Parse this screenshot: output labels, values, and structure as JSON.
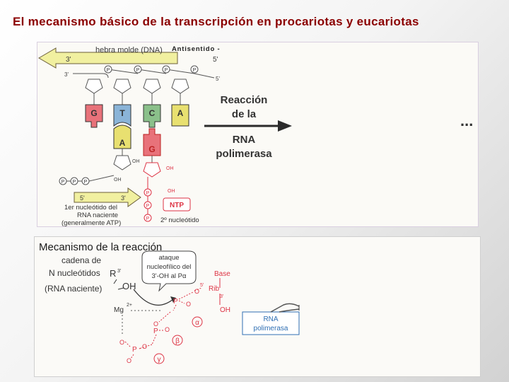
{
  "slide": {
    "title": "El mecanismo básico de la transcripción en procariotas y eucariotas"
  },
  "top_diagram": {
    "antisense_label": "Antisentido -",
    "template_strand_label": "hebra molde (DNA)",
    "end_3": "3'",
    "end_5": "5'",
    "end_3_small": "3'",
    "end_5_small": "5'",
    "phosphate": "P",
    "bases_template": [
      "G",
      "T",
      "C",
      "A"
    ],
    "bases_rna": [
      "A",
      "G"
    ],
    "oh_label_1": "OH",
    "oh_label_2": "OH",
    "oh_label_3": "OH",
    "oh_label_4": "OH",
    "reaction_lines": [
      "Reacción",
      "de la",
      "RNA",
      "polimerasa"
    ],
    "ellipsis": "...",
    "ntp_label": "NTP",
    "rna_strand_5": "5'",
    "rna_strand_3": "3'",
    "first_nucleotide_lines": [
      "1er nucleótido del",
      "RNA naciente",
      "(generalmente ATP)"
    ],
    "second_nucleotide": "2º nucleótido"
  },
  "bottom_diagram": {
    "label": "Mecanismo de la reacción",
    "chain_lines": [
      "cadena de",
      "N nucleótidos",
      "(RNA naciente)"
    ],
    "r_label": "R",
    "oh_label": "OH",
    "three_prime": "3'",
    "five_prime": "5'",
    "attack_lines": [
      "ataque",
      "nucleofílico del",
      "3'-OH al Pα"
    ],
    "base_label": "Base",
    "rib_label": "Rib",
    "rib_3": "3'",
    "rib_oh": "OH",
    "mg_label": "Mg",
    "mg_charge": "2+",
    "o_atom": "O",
    "p_atom": "P",
    "alpha": "α",
    "beta": "β",
    "gamma": "γ",
    "enzyme_lines": [
      "RNA",
      "polimerasa"
    ]
  },
  "colors": {
    "title": "#8b0000",
    "phosphate_red": "#e0403f",
    "base_g": "#e8727a",
    "base_t": "#8ab4d8",
    "base_c": "#8ac08a",
    "base_a": "#e8e070",
    "arrow_fill": "#f1f0a0",
    "enzyme_blue": "#2f6fb3"
  }
}
